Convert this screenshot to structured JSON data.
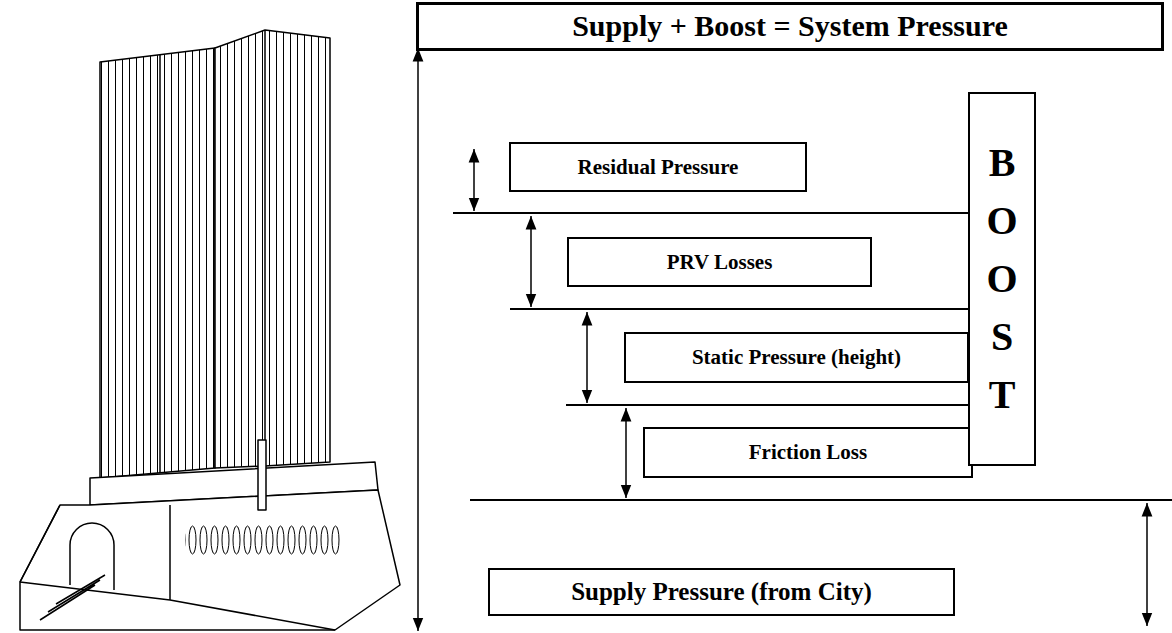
{
  "diagram": {
    "nodes": [
      {
        "text": [
          "Supply + Boost = System Pressure"
        ]
      },
      {
        "text": [
          "Residual Pressure"
        ]
      },
      {
        "text": [
          "PRV Losses"
        ]
      },
      {
        "text": [
          "Static Pressure (height)"
        ]
      },
      {
        "text": [
          "Friction Loss"
        ]
      },
      {
        "text": [
          "BOOST"
        ]
      },
      {
        "text": [
          "Supply Pressure (from City)"
        ]
      }
    ]
  }
}
